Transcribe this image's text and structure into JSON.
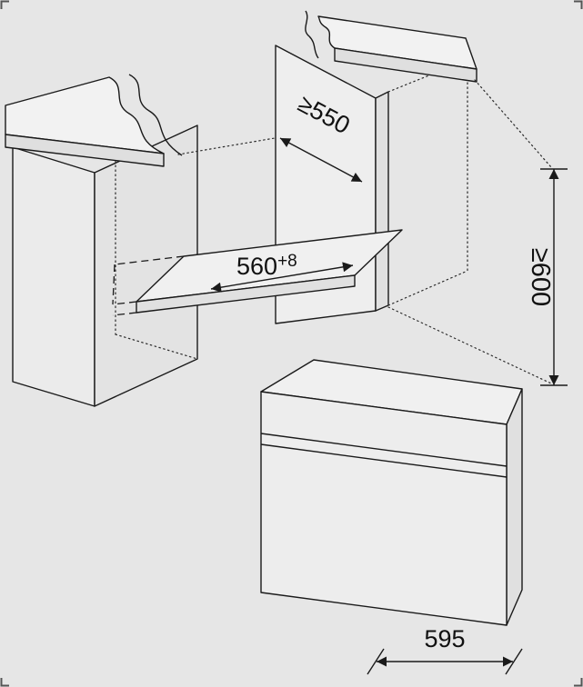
{
  "page": {
    "background_color": "#e6e6e6",
    "line_color": "#1a1a1a"
  },
  "dimensions": {
    "cabinet_depth": {
      "label": "≥550"
    },
    "niche_width": {
      "value": "560",
      "tolerance": "+8"
    },
    "niche_height": {
      "label": "≥600"
    },
    "appliance_width": {
      "label": "595"
    }
  }
}
